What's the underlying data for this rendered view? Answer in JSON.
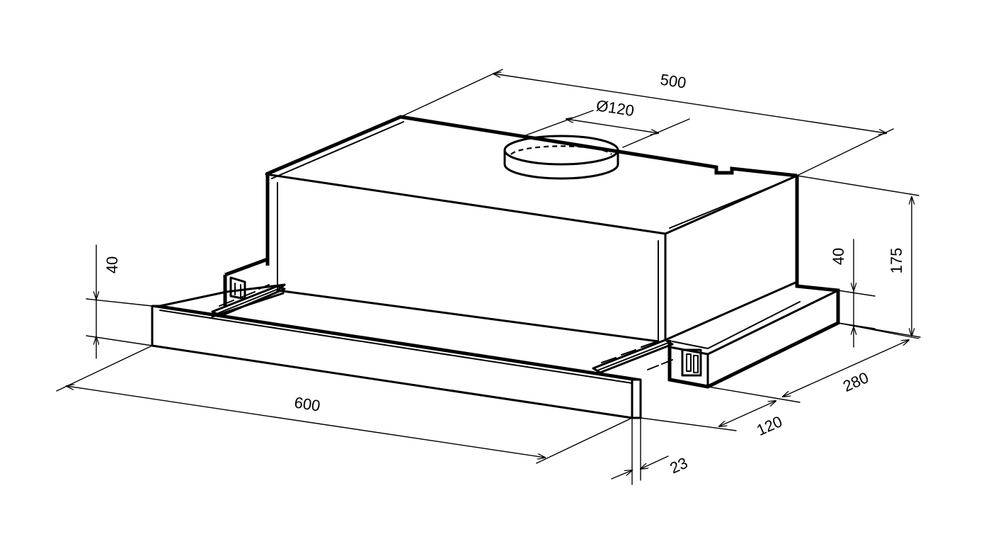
{
  "dimensions": {
    "depth_top": "500",
    "duct_diameter": "Ø120",
    "height_total": "175",
    "drawer_height_left": "40",
    "drawer_height_right": "40",
    "width": "600",
    "depth_bottom": "280",
    "side_depth": "120",
    "panel_thickness": "23"
  },
  "colors": {
    "line": "#000000",
    "background": "#ffffff"
  }
}
